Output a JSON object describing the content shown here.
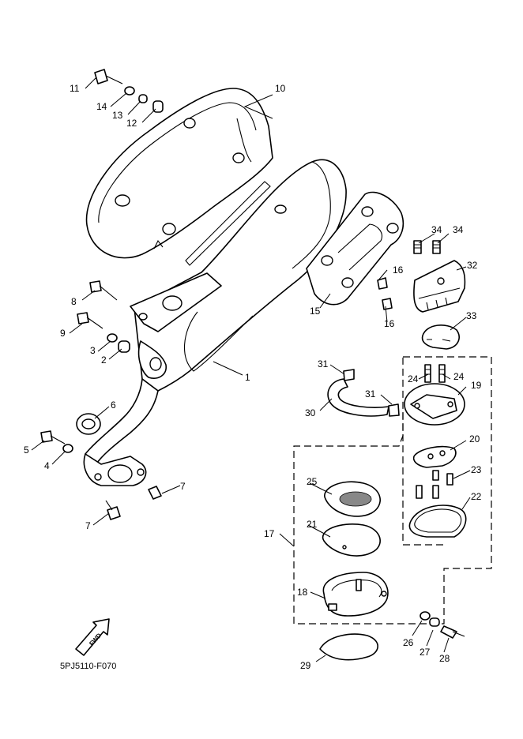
{
  "callouts": {
    "c1": "1",
    "c2": "2",
    "c3": "3",
    "c4": "4",
    "c5": "5",
    "c6": "6",
    "c7a": "7",
    "c7b": "7",
    "c8": "8",
    "c9": "9",
    "c10": "10",
    "c11": "11",
    "c12": "12",
    "c13": "13",
    "c14": "14",
    "c15": "15",
    "c16a": "16",
    "c16b": "16",
    "c17": "17",
    "c18": "18",
    "c19": "19",
    "c20": "20",
    "c21": "21",
    "c22": "22",
    "c23": "23",
    "c24a": "24",
    "c24b": "24",
    "c25": "25",
    "c26": "26",
    "c27": "27",
    "c28": "28",
    "c29": "29",
    "c30": "30",
    "c31a": "31",
    "c31b": "31",
    "c32": "32",
    "c33": "33",
    "c34a": "34",
    "c34b": "34"
  },
  "diagram_code": "5PJ5110-F070",
  "fwd_label": "FWD"
}
